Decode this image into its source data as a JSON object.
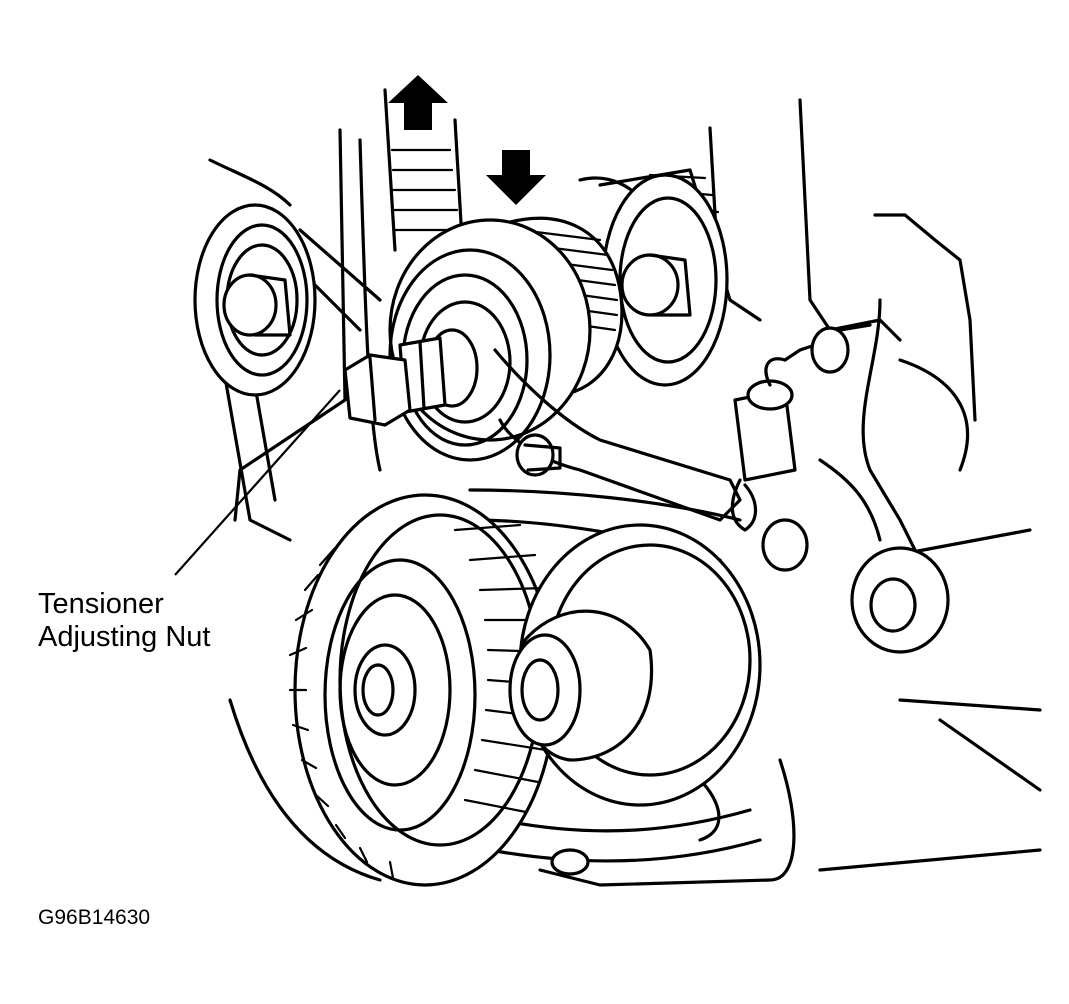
{
  "labels": {
    "callout_line1": "Tensioner",
    "callout_line2": "Adjusting Nut",
    "figure_id": "G96B14630"
  },
  "arrows": [
    {
      "direction": "up",
      "meaning": "belt-travel-up"
    },
    {
      "direction": "down",
      "meaning": "belt-travel-down"
    }
  ],
  "colors": {
    "ink": "#000000",
    "paper": "#ffffff"
  }
}
